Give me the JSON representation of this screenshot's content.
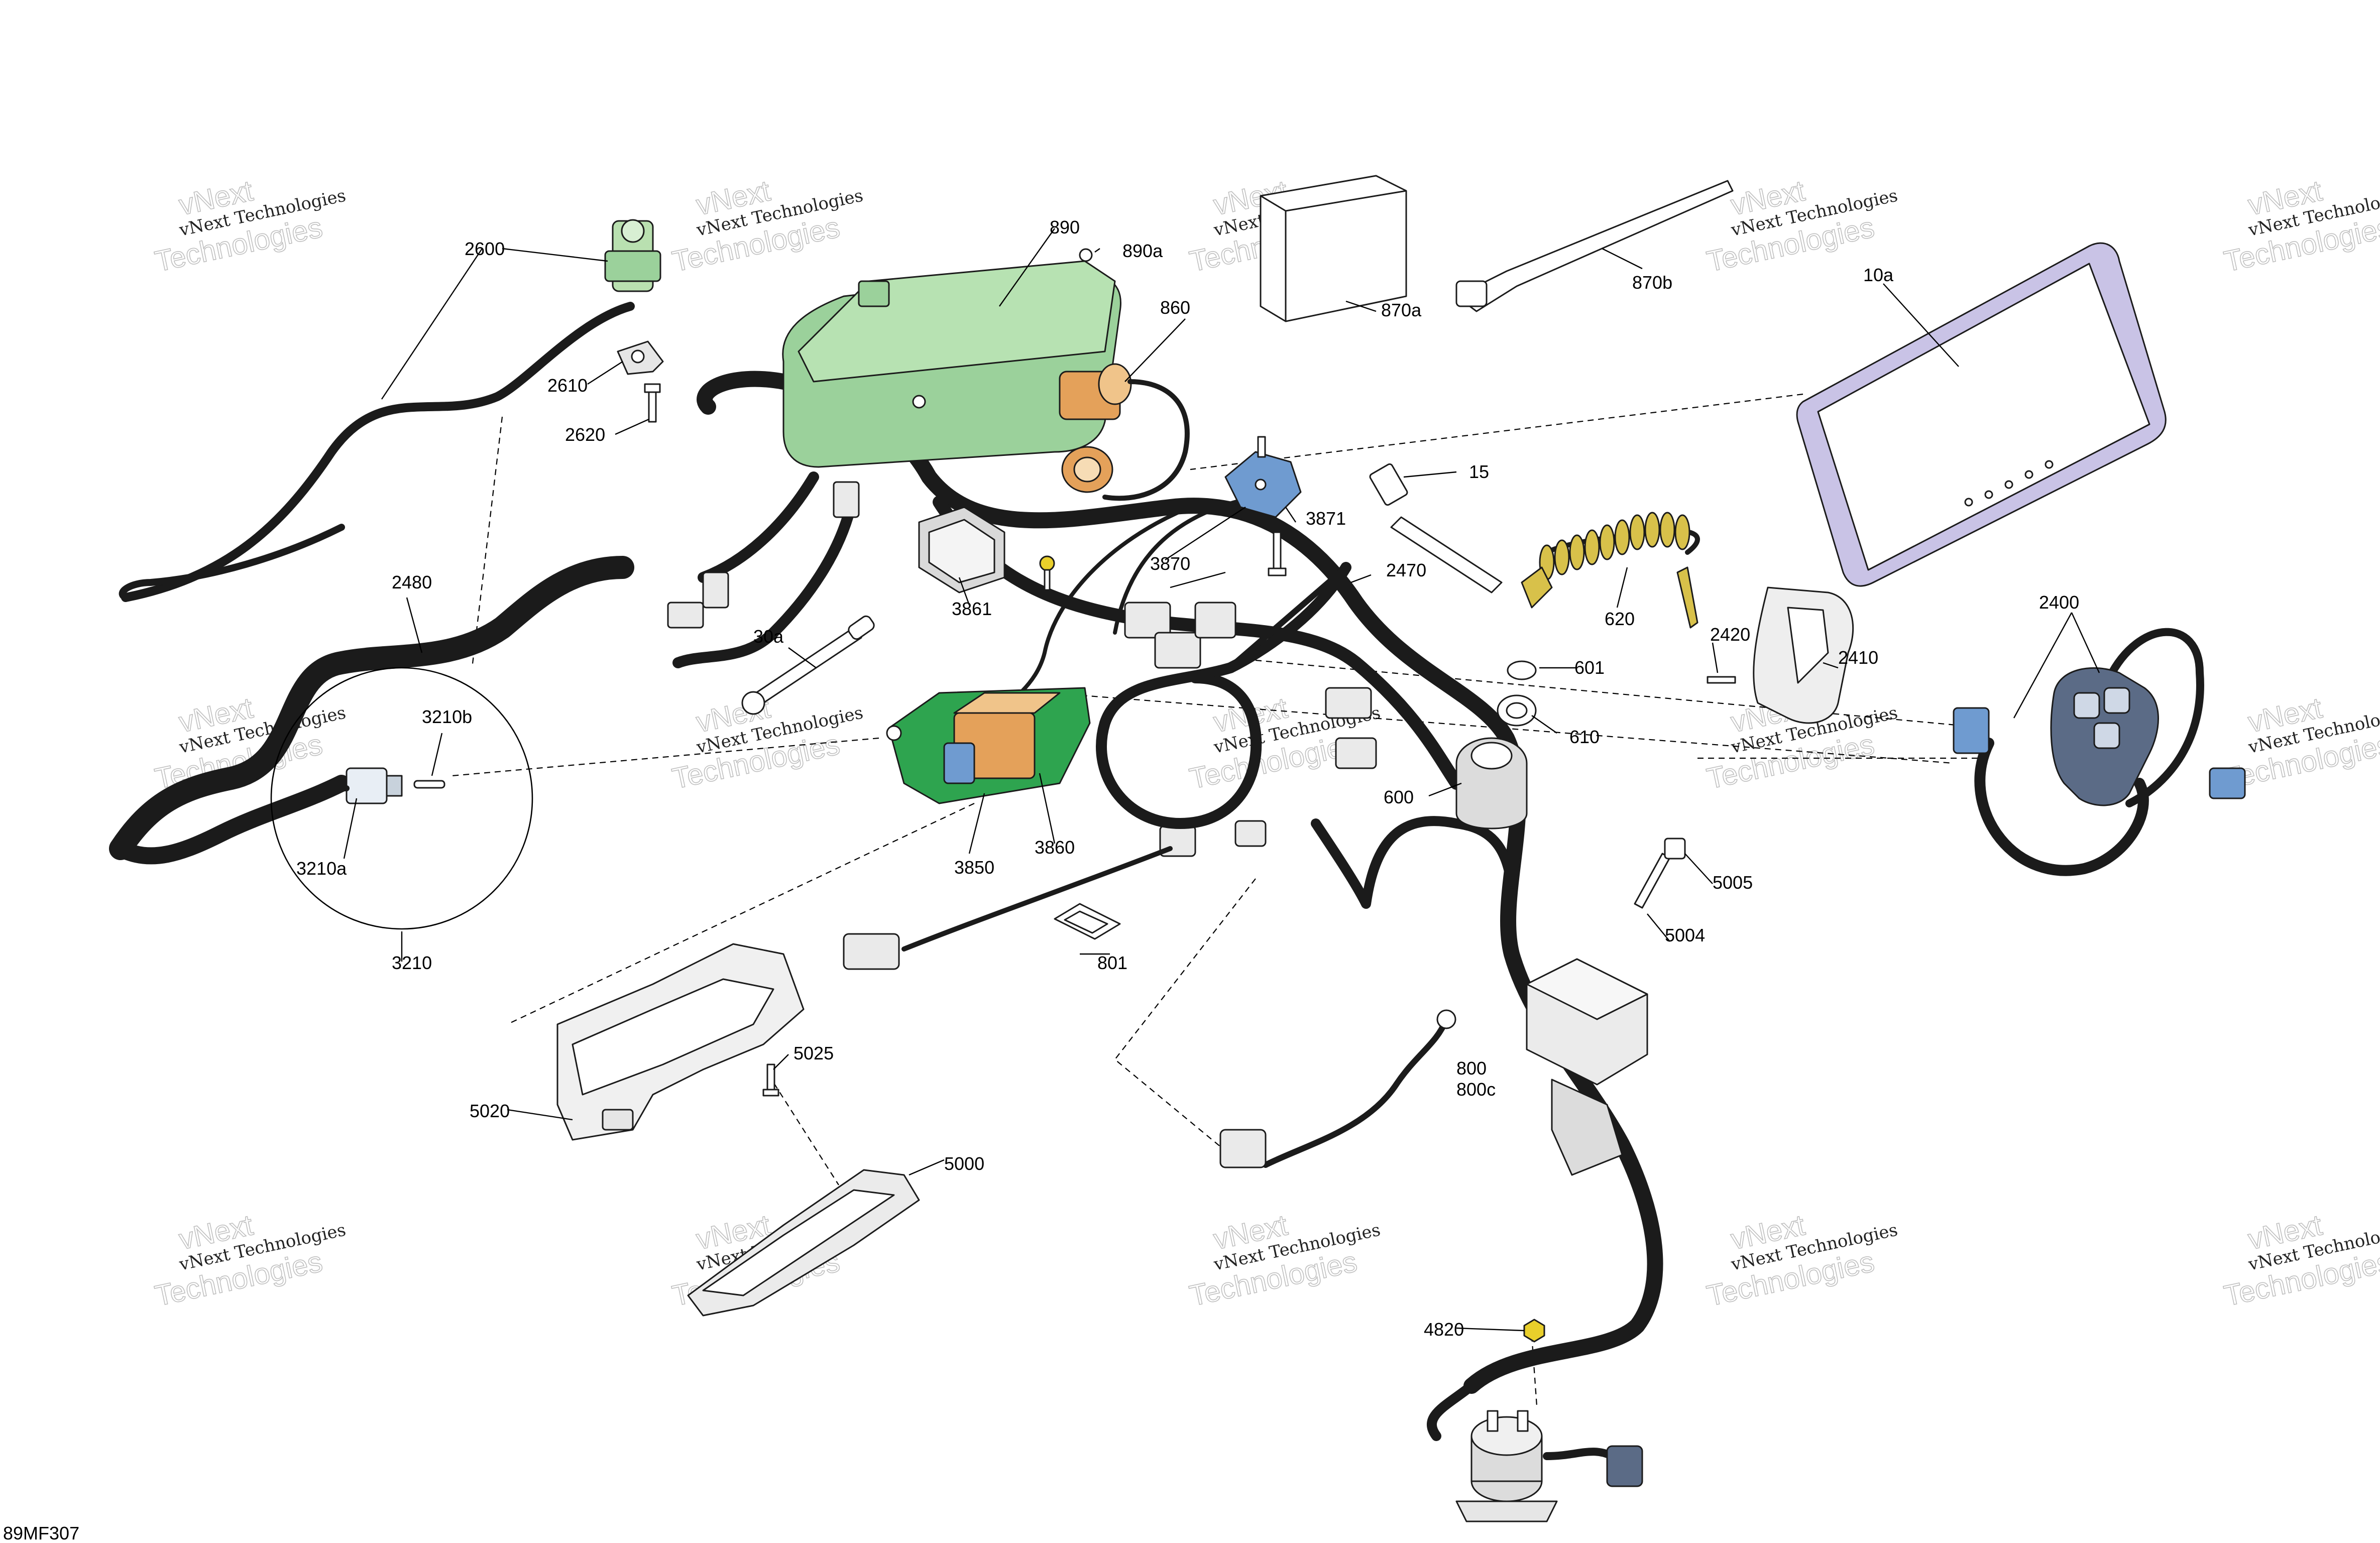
{
  "drawing_id": "89MF307",
  "watermark": {
    "line1": "vNext Technologies",
    "line2": "vNext",
    "line3": "Technologies"
  },
  "colors": {
    "module_green": "#9bd19b",
    "board_green": "#2ea44f",
    "harness_blue": "#a9cde6",
    "knob_blue": "#6f9bd0",
    "relay_orange": "#e4a15a",
    "coil_yellow": "#d8c14a",
    "wire_yellow": "#e9cf2b",
    "display_purple": "#c9c3e6",
    "line": "#1b1b1b"
  },
  "callouts": {
    "c10a": "10a",
    "c15": "15",
    "c30a": "30a",
    "c600": "600",
    "c601": "601",
    "c610": "610",
    "c620": "620",
    "c800": "800",
    "c800c": "800c",
    "c801": "801",
    "c860": "860",
    "c870a": "870a",
    "c870b": "870b",
    "c890": "890",
    "c890a": "890a",
    "c2400": "2400",
    "c2410": "2410",
    "c2420": "2420",
    "c2470": "2470",
    "c2480": "2480",
    "c2600": "2600",
    "c2610": "2610",
    "c2620": "2620",
    "c3210": "3210",
    "c3210a": "3210a",
    "c3210b": "3210b",
    "c3850": "3850",
    "c3860": "3860",
    "c3861": "3861",
    "c3870": "3870",
    "c3871": "3871",
    "c4820": "4820",
    "c5000": "5000",
    "c5004": "5004",
    "c5005": "5005",
    "c5020": "5020",
    "c5025": "5025"
  }
}
